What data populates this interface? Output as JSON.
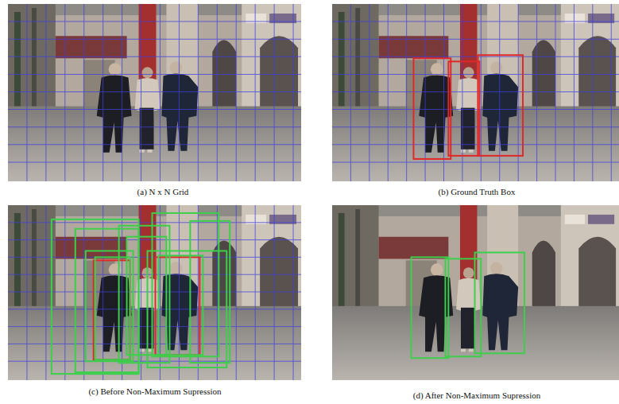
{
  "diagram": {
    "labels": [
      "(a)  N x N Grid",
      "(b)  Ground Truth Box",
      "(c)  Before Non-Maximum Supression",
      "(d)  After Non-Maximum Supression"
    ]
  }
}
